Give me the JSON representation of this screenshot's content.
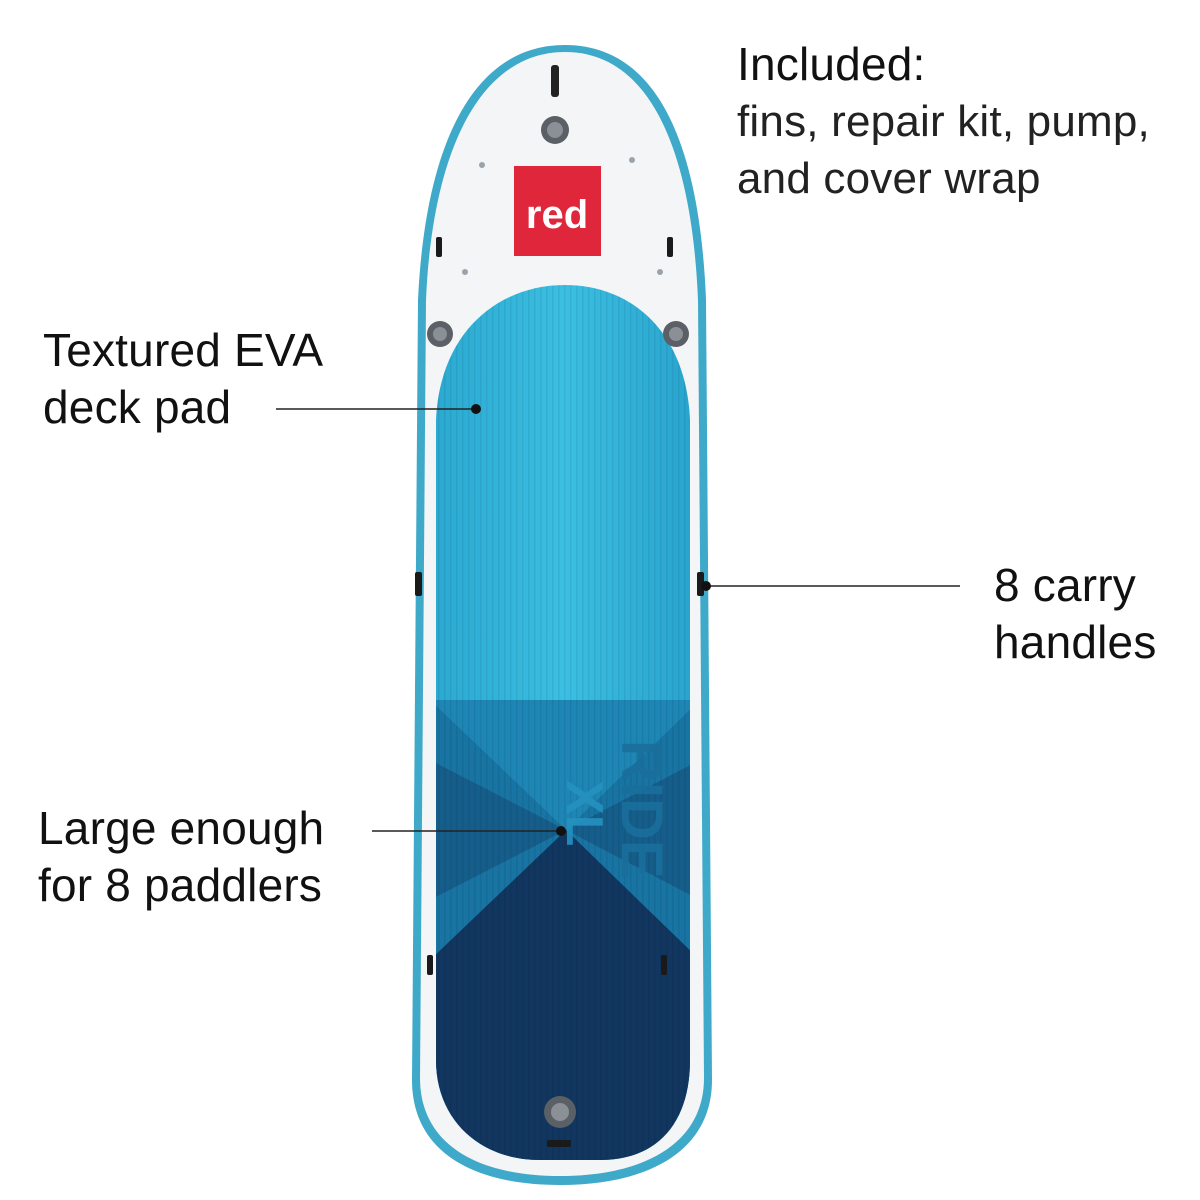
{
  "product": {
    "brand_logo": "red",
    "board_text": [
      "RIDE",
      "XL"
    ],
    "colors": {
      "deck_light": "#2fb2d9",
      "deck_mid": "#1d86b4",
      "deck_dark": "#11365f",
      "rail_teal": "#3fa9c9",
      "logo_red": "#e0263a",
      "board_white": "#f3f5f6"
    }
  },
  "callouts": {
    "included": {
      "heading": "Included:",
      "lines": [
        "fins, repair kit, pump,",
        "and cover wrap"
      ]
    },
    "deck_pad": {
      "lines": [
        "Textured EVA",
        "deck pad"
      ]
    },
    "capacity": {
      "lines": [
        "Large enough",
        "for 8 paddlers"
      ]
    },
    "handles": {
      "lines": [
        "8 carry",
        "handles"
      ]
    }
  }
}
